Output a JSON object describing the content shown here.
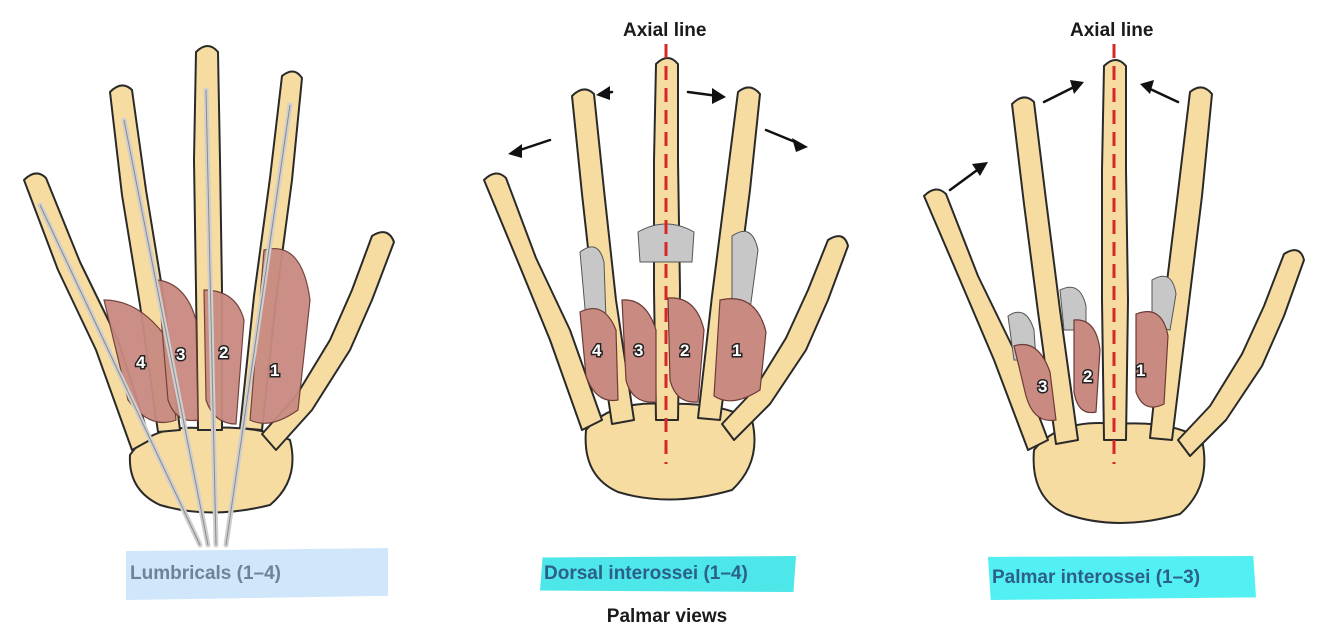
{
  "panels": [
    {
      "id": "lumbricals",
      "axial_label": "",
      "caption": "Lumbricals (1–4)",
      "muscle_labels": [
        "4",
        "3",
        "2",
        "1"
      ],
      "caption_highlight": "#cfe6fb"
    },
    {
      "id": "dorsal-interossei",
      "axial_label": "Axial line",
      "caption": "Dorsal interossei (1–4)",
      "muscle_labels": [
        "4",
        "3",
        "2",
        "1"
      ],
      "caption_highlight": "#4de6e9",
      "arrow_direction": "away-from-axial-line"
    },
    {
      "id": "palmar-interossei",
      "axial_label": "Axial line",
      "caption": "Palmar interossei (1–3)",
      "muscle_labels": [
        "3",
        "2",
        "1"
      ],
      "caption_highlight": "#52f0f2",
      "arrow_direction": "toward-axial-line"
    }
  ],
  "footer": "Palmar views",
  "colors": {
    "bone": "#f6dca0",
    "bone_outline": "#2a2a2a",
    "muscle": "#c98a82",
    "tendon": "#d9d9d9",
    "axial_line": "#d62828"
  }
}
